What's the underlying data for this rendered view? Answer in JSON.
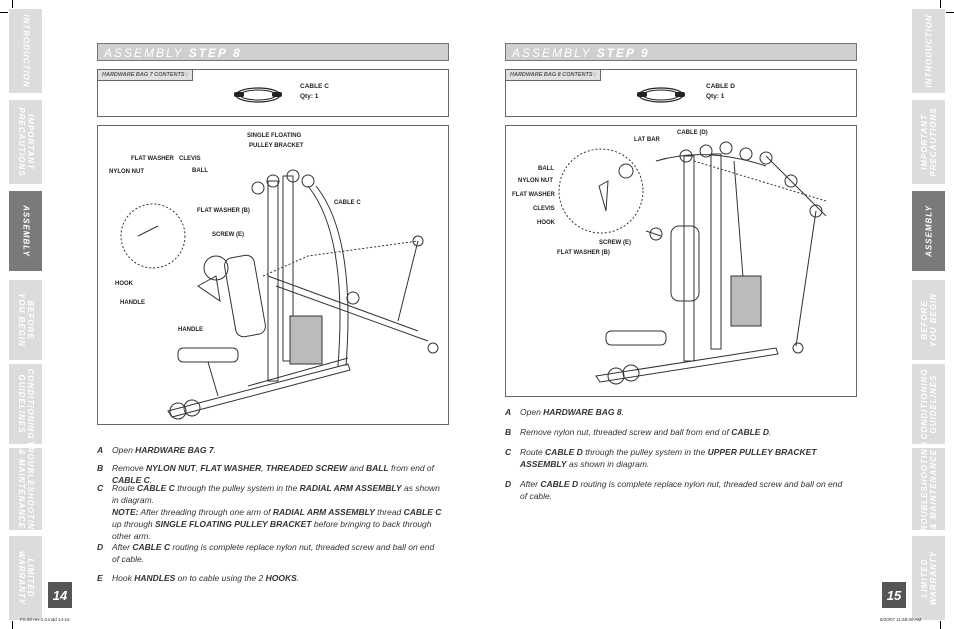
{
  "side_tabs": {
    "introduction": "INTRODUCTION",
    "important_precautions": "IMPORTANT\nPRECAUTIONS",
    "assembly": "ASSEMBLY",
    "before_you_begin": "BEFORE\nYOU BEGIN",
    "conditioning_guidelines": "CONDITIONING\nGUIDELINES",
    "troubleshooting": "TROUBLESHOOTING\n& MAINTENANCE",
    "limited_warranty": "LIMITED\nWARRANTY"
  },
  "left_page": {
    "header_light": "ASSEMBLY",
    "header_bold": "STEP 8",
    "bag_label": "HARDWARE BAG 7 CONTENTS :",
    "part_name": "CABLE C",
    "part_qty": "Qty: 1",
    "callouts": {
      "single_floating": "SINGLE FLOATING",
      "pulley_bracket": "PULLEY BRACKET",
      "flat_washer": "FLAT WASHER",
      "clevis": "CLEVIS",
      "nylon_nut": "NYLON NUT",
      "ball": "BALL",
      "flat_washer_b": "FLAT WASHER (B)",
      "screw_e": "SCREW (E)",
      "cable_c": "CABLE C",
      "hook": "HOOK",
      "handle1": "HANDLE",
      "handle2": "HANDLE"
    },
    "steps": [
      {
        "letter": "A",
        "html": "Open <b>HARDWARE BAG 7</b>."
      },
      {
        "letter": "B",
        "html": "Remove <b>NYLON NUT</b>, <b>FLAT WASHER</b>, <b>THREADED SCREW</b> and <b>BALL</b> from end of <b>CABLE C</b>."
      },
      {
        "letter": "C",
        "html": "Route <b>CABLE C</b> through the pulley system in the <b>RADIAL ARM ASSEMBLY</b> as shown in diagram.<br><b>NOTE:</b> After threading through one arm of <b>RADIAL ARM ASSEMBLY</b> thread <b>CABLE C</b> up through <b>SINGLE FLOATING PULLEY BRACKET</b> before bringing to back through other arm."
      },
      {
        "letter": "D",
        "html": "After <b>CABLE C</b> routing is complete replace nylon nut, threaded screw and ball on end of cable."
      },
      {
        "letter": "E",
        "html": "Hook <b>HANDLES</b> on to cable using the 2 <b>HOOKS</b>."
      }
    ],
    "page_number": "14",
    "footer": "FS 50 rev 1.0.indd   14-15"
  },
  "right_page": {
    "header_light": "ASSEMBLY",
    "header_bold": "STEP 9",
    "bag_label": "HARDWARE BAG 8 CONTENTS :",
    "part_name": "CABLE D",
    "part_qty": "Qty: 1",
    "callouts": {
      "lat_bar": "LAT BAR",
      "cable_d": "CABLE (D)",
      "ball": "BALL",
      "nylon_nut": "NYLON NUT",
      "flat_washer": "FLAT WASHER",
      "clevis": "CLEVIS",
      "hook": "HOOK",
      "screw_e": "SCREW (E)",
      "flat_washer_b": "FLAT WASHER (B)"
    },
    "steps": [
      {
        "letter": "A",
        "html": "Open <b>HARDWARE BAG 8</b>."
      },
      {
        "letter": "B",
        "html": "Remove nylon nut, threaded screw and ball from end of <b>CABLE D</b>."
      },
      {
        "letter": "C",
        "html": "Route <b>CABLE D</b> through the pulley system in the <b>UPPER PULLEY BRACKET ASSEMBLY</b> as shown in diagram."
      },
      {
        "letter": "D",
        "html": "After <b>CABLE D</b> routing is complete replace nylon nut, threaded screw and ball on end of cable."
      }
    ],
    "page_number": "15",
    "footer": "8/20/07   11:58:00 AM"
  },
  "colors": {
    "tab_inactive": "#dcdcdc",
    "tab_active": "#7a7a7a",
    "header_bg": "#cfcfcf",
    "page_num_bg": "#555555"
  }
}
